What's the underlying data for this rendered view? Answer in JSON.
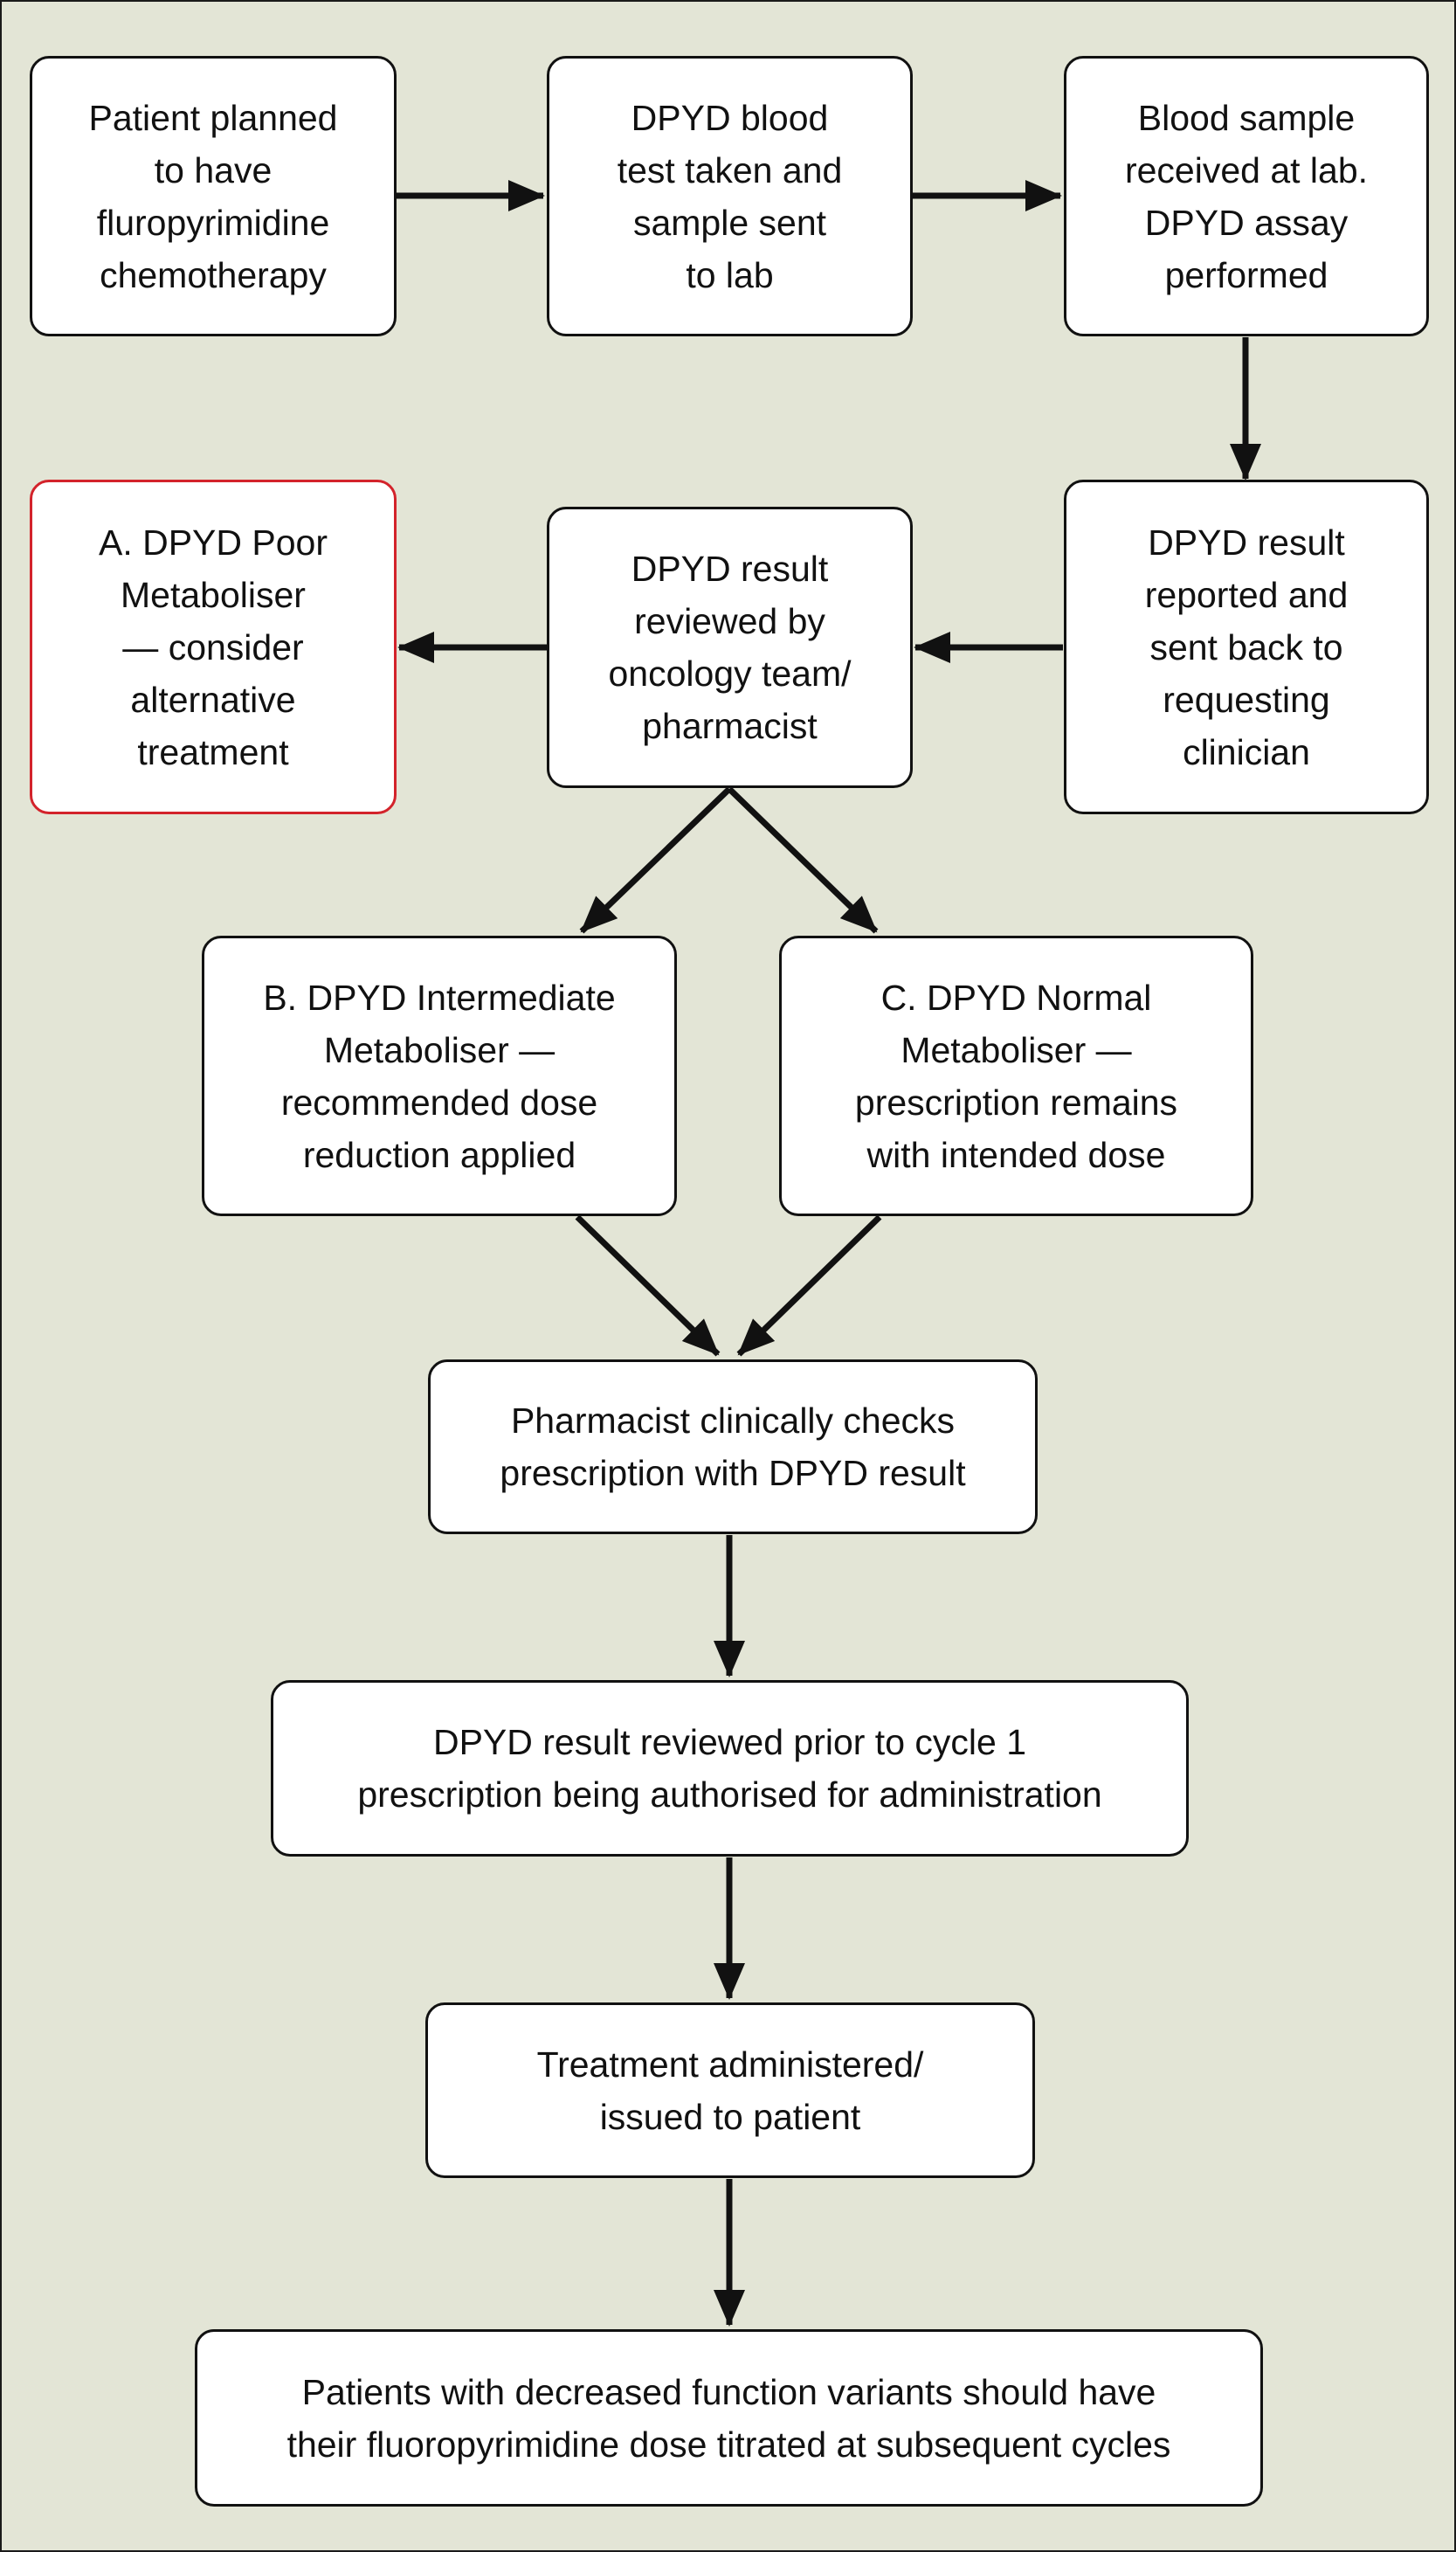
{
  "colors": {
    "background": "#e3e5d6",
    "box_fill": "#ffffff",
    "border": "#111111",
    "alert_border": "#d3232b"
  },
  "boxes": {
    "patient_planned": "Patient planned\nto have\nfluropyrimidine\nchemotherapy",
    "blood_test": "DPYD blood\ntest taken and\nsample sent\nto lab",
    "sample_received": "Blood sample\nreceived at lab.\nDPYD assay\nperformed",
    "result_reported": "DPYD result\nreported and\nsent back to\nrequesting\nclinician",
    "result_reviewed": "DPYD result\nreviewed by\noncology team/\npharmacist",
    "poor_metaboliser": "A. DPYD Poor\nMetaboliser\n— consider\nalternative\ntreatment",
    "intermediate_metaboliser": "B. DPYD Intermediate\nMetaboliser —\nrecommended dose\nreduction applied",
    "normal_metaboliser": "C. DPYD Normal\nMetaboliser —\nprescription remains\nwith intended dose",
    "pharmacist_checks": "Pharmacist clinically checks\nprescription with DPYD result",
    "reviewed_prior_cycle": "DPYD result reviewed prior to cycle 1\nprescription being authorised for administration",
    "treatment_administered": "Treatment administered/\nissued to patient",
    "titration_note": "Patients with decreased function variants should have\ntheir fluoropyrimidine dose titrated at subsequent cycles"
  }
}
